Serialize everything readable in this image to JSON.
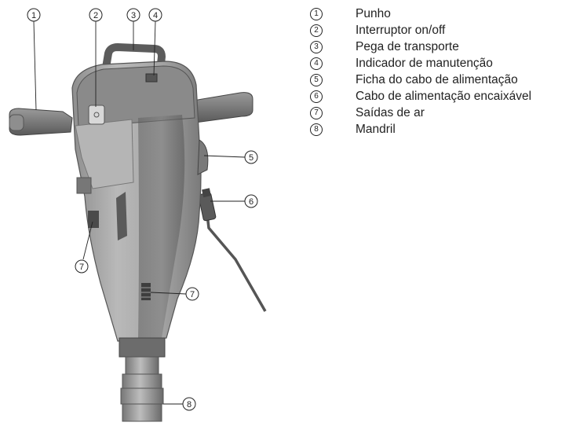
{
  "legend": {
    "items": [
      {
        "number": "1",
        "label": "Punho"
      },
      {
        "number": "2",
        "label": "Interruptor on/off"
      },
      {
        "number": "3",
        "label": "Pega de transporte"
      },
      {
        "number": "4",
        "label": "Indicador de manutenção"
      },
      {
        "number": "5",
        "label": "Ficha do cabo de alimentação"
      },
      {
        "number": "6",
        "label": "Cabo de alimentação encaixável"
      },
      {
        "number": "7",
        "label": "Saídas de ar"
      },
      {
        "number": "8",
        "label": "Mandril"
      }
    ]
  },
  "callouts": {
    "c1": "1",
    "c2": "2",
    "c3": "3",
    "c4": "4",
    "c5": "5",
    "c6": "6",
    "c7a": "7",
    "c7b": "7",
    "c8": "8"
  },
  "colors": {
    "body_light": "#a9a9a9",
    "body_dark": "#6f6f6f",
    "outline": "#3c3c3c",
    "text": "#222222"
  }
}
